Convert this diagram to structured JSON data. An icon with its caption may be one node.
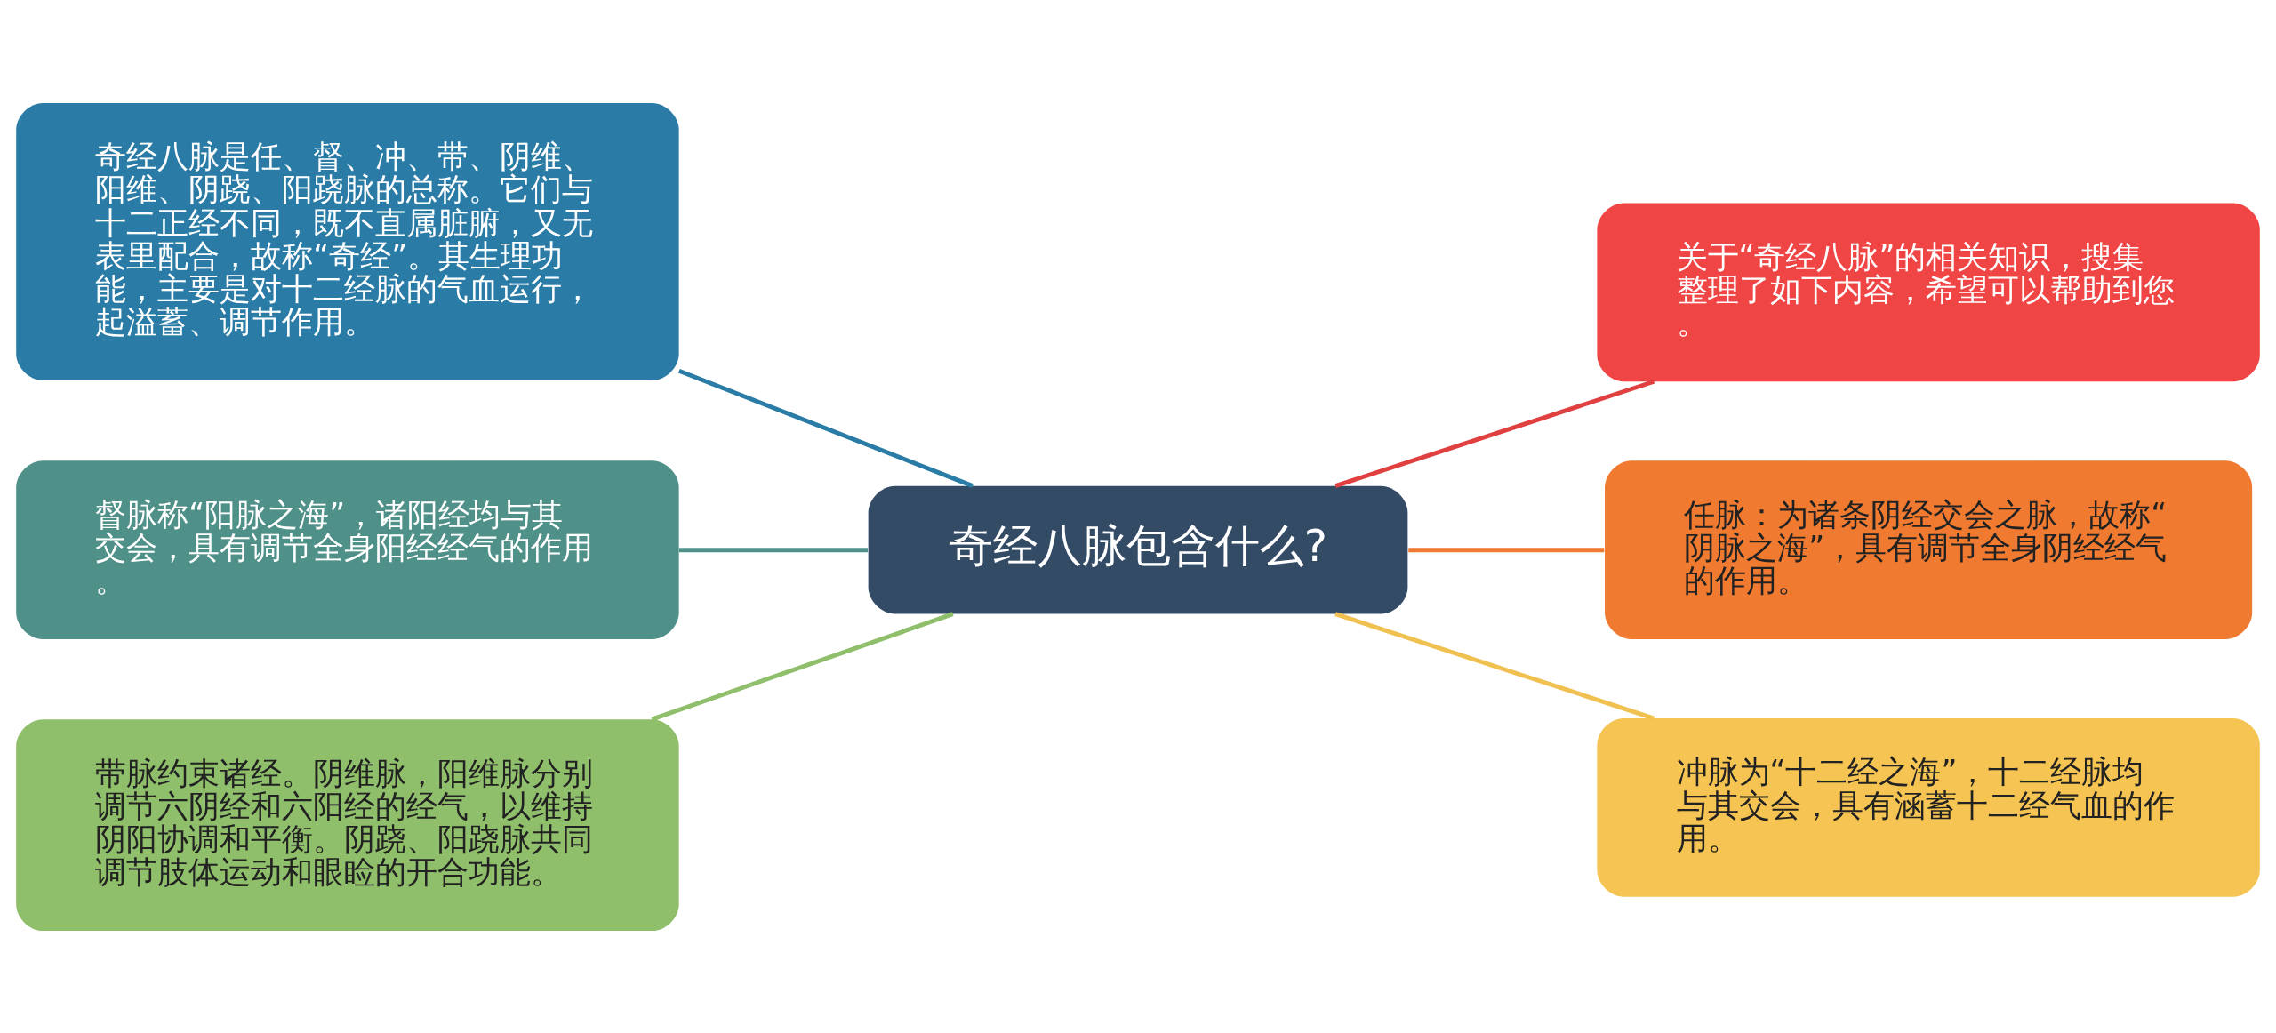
{
  "diagram": {
    "nodes": [
      {
        "text": [
          "奇经八脉包含什么?"
        ]
      },
      {
        "text": [
          "奇经八脉是任、督、冲、带、阴维、阳维、阴跷、阳跷脉的总称。它们与十二正经不同，既不直属脏腑，又无表里配合，故称“奇经”。其生理功能，主要是对十二经脉的气血运行，起溢蓄、调节作用。"
        ]
      },
      {
        "text": [
          "督脉称“阳脉之海”，诸阳经均与其交会，具有调节全身阳经经气的作用。"
        ]
      },
      {
        "text": [
          "带脉约束诸经。阴维脉，阳维脉分别调节六阴经和六阳经的经气，以维持阴阳协调和平衡。阴跷、阳跷脉共同调节肢体运动和眼睑的开合功能。"
        ]
      },
      {
        "text": [
          "关于“奇经八脉”的相关知识，搜集整理了如下内容，希望可以帮助到您。"
        ]
      },
      {
        "text": [
          "任脉：为诸条阴经交会之脉，故称“阴脉之海”，具有调节全身阴经经气的作用。"
        ]
      },
      {
        "text": [
          "冲脉为“十二经之海”，十二经脉均与其交会，具有涵蓄十二经气血的作用。"
        ]
      }
    ],
    "edges": [
      {
        "from": 0,
        "to": 1,
        "arrow": "none",
        "color": "#2a7ca6"
      },
      {
        "from": 0,
        "to": 2,
        "arrow": "none",
        "color": "#4f9089"
      },
      {
        "from": 0,
        "to": 3,
        "arrow": "none",
        "color": "#8fbf6a"
      },
      {
        "from": 0,
        "to": 4,
        "arrow": "none",
        "color": "#e04040"
      },
      {
        "from": 0,
        "to": 5,
        "arrow": "none",
        "color": "#f07a30"
      },
      {
        "from": 0,
        "to": 6,
        "arrow": "none",
        "color": "#f0c050"
      }
    ]
  }
}
